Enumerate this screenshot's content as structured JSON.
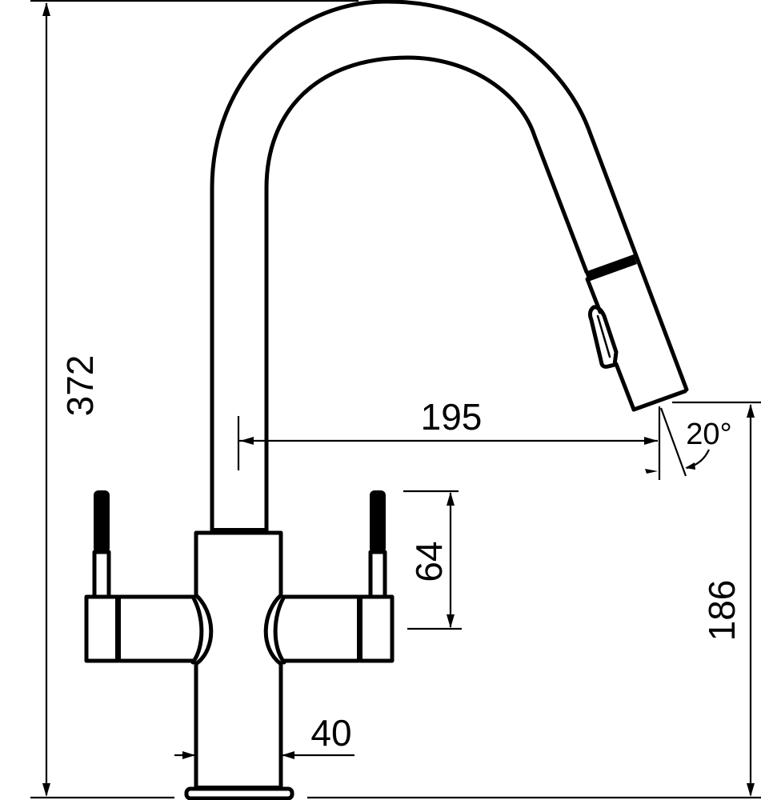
{
  "drawing": {
    "subject": "Kitchen mixer tap with pull-out spout",
    "stroke_color": "#000000",
    "background_color": "#ffffff"
  },
  "dimensions": {
    "total_height": {
      "value": "372",
      "orientation": "vertical"
    },
    "spout_reach": {
      "value": "195",
      "orientation": "horizontal"
    },
    "spout_height": {
      "value": "186",
      "orientation": "vertical"
    },
    "handle_height": {
      "value": "64",
      "orientation": "vertical"
    },
    "body_diameter": {
      "value": "40",
      "orientation": "horizontal"
    },
    "spout_angle": {
      "value": "20°",
      "orientation": "angular"
    }
  }
}
